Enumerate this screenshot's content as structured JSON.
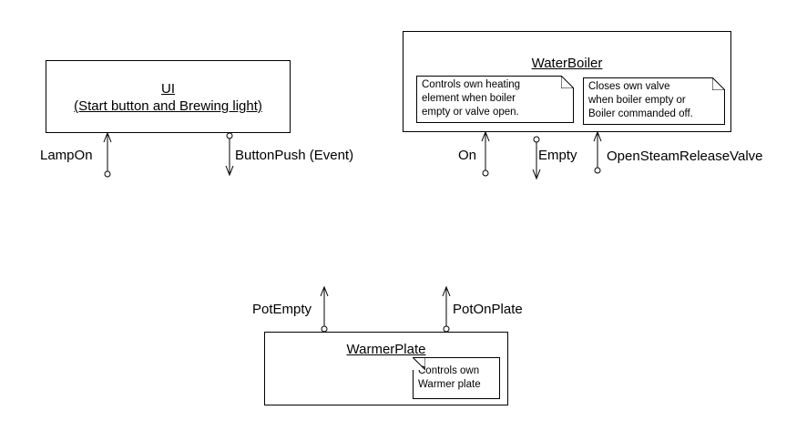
{
  "ui_box": {
    "title_line1": "UI",
    "title_line2": "(Start button and Brewing light)"
  },
  "ui_ports": {
    "lamp_on": "LampOn",
    "button_push": "ButtonPush (Event)"
  },
  "water_boiler": {
    "title": "WaterBoiler",
    "note_left": [
      "Controls own heating",
      "element when boiler",
      "empty or valve open."
    ],
    "note_right": [
      "Closes own valve",
      "when boiler empty or",
      "Boiler commanded off."
    ]
  },
  "water_boiler_ports": {
    "on": "On",
    "empty": "Empty",
    "open_valve": "OpenSteamReleaseValve"
  },
  "warmer_plate": {
    "title": "WarmerPlate",
    "note": [
      "Controls own",
      "Warmer plate"
    ]
  },
  "warmer_plate_ports": {
    "pot_empty": "PotEmpty",
    "pot_on_plate": "PotOnPlate"
  }
}
